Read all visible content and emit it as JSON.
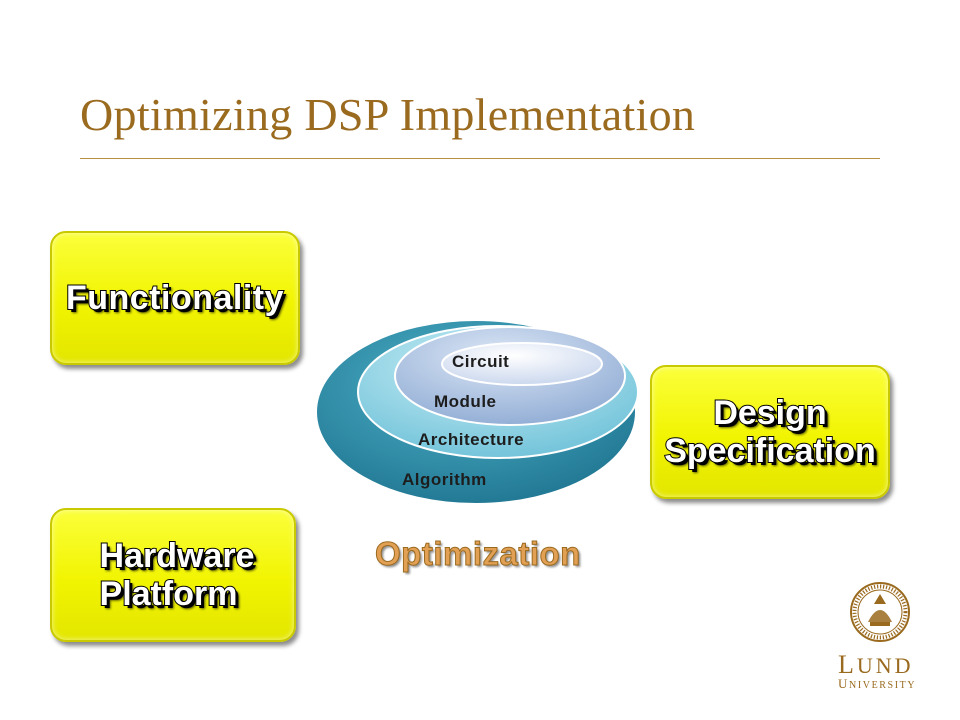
{
  "slide": {
    "title": "Optimizing DSP Implementation"
  },
  "boxes": {
    "functionality": "Functionality",
    "hardware_line1": "Hardware",
    "hardware_line2": "Platform",
    "design_line1": "Design",
    "design_line2": "Specification"
  },
  "layers": {
    "circuit": "Circuit",
    "module": "Module",
    "architecture": "Architecture",
    "algorithm": "Algorithm"
  },
  "optimization_label": "Optimization",
  "logo": {
    "name_big_l": "L",
    "name_rest": "UND",
    "sub_big_u": "U",
    "sub_rest": "NIVERSITY"
  },
  "colors": {
    "title": "#9a6a1f",
    "box_yellow": "#f1f400",
    "algorithm": "#2e8fa8",
    "architecture": "#8ed4e6",
    "module": "#a8c0e2",
    "circuit": "#dfe8f6",
    "optimization": "#e2a055"
  }
}
